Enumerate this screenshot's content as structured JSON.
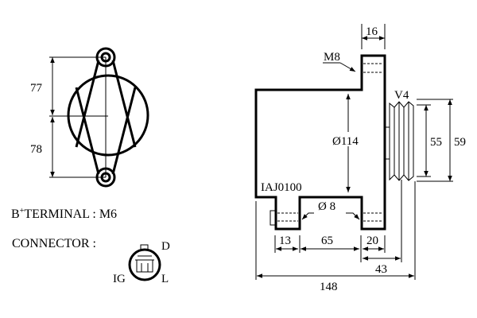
{
  "front_view": {
    "dim_upper": "77",
    "dim_lower": "78"
  },
  "b_terminal": {
    "label": "B",
    "superscript": "+",
    "text": "TERMINAL : M6"
  },
  "connector": {
    "label": "CONNECTOR :",
    "pin_d": "D",
    "pin_ig": "IG",
    "pin_l": "L"
  },
  "side_view": {
    "part_number": "IAJ0100",
    "thread_label": "M8",
    "pulley_label": "V4",
    "dim_ear_width": "16",
    "dim_body_diameter": "Ø114",
    "dim_hole_diameter": "Ø 8",
    "dim_pulley_inner": "55",
    "dim_pulley_outer": "59",
    "dim_foot_left": "13",
    "dim_foot_spacing": "65",
    "dim_foot_right": "20",
    "dim_pulley_offset": "43",
    "dim_overall_length": "148"
  }
}
